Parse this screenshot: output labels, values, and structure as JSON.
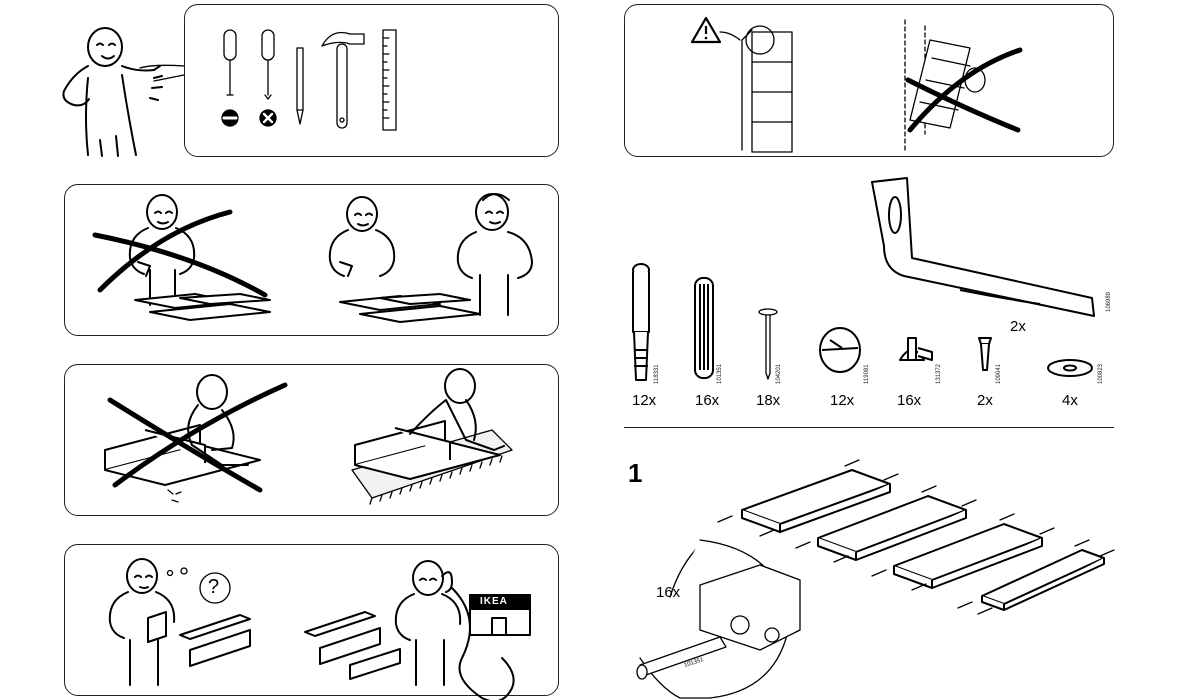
{
  "header": {},
  "parts": [
    {
      "id": "cam-bolt",
      "number": "118331",
      "qty": "12x"
    },
    {
      "id": "wood-dowel",
      "number": "101351",
      "qty": "16x"
    },
    {
      "id": "nail",
      "number": "104201",
      "qty": "18x"
    },
    {
      "id": "cam-lock",
      "number": "119081",
      "qty": "12x"
    },
    {
      "id": "shelf-pin",
      "number": "131372",
      "qty": "16x"
    },
    {
      "id": "wood-screw",
      "number": "109041",
      "qty": "2x"
    },
    {
      "id": "washer",
      "number": "100823",
      "qty": "4x"
    },
    {
      "id": "wall-bracket",
      "number": "106989",
      "qty": "2x"
    }
  ],
  "step1": {
    "number": "1",
    "callout_qty": "16x",
    "callout_part_number": "101351"
  },
  "phone_screen": {
    "brand": "IKEA"
  },
  "help_panel": {
    "question_mark": "?"
  }
}
